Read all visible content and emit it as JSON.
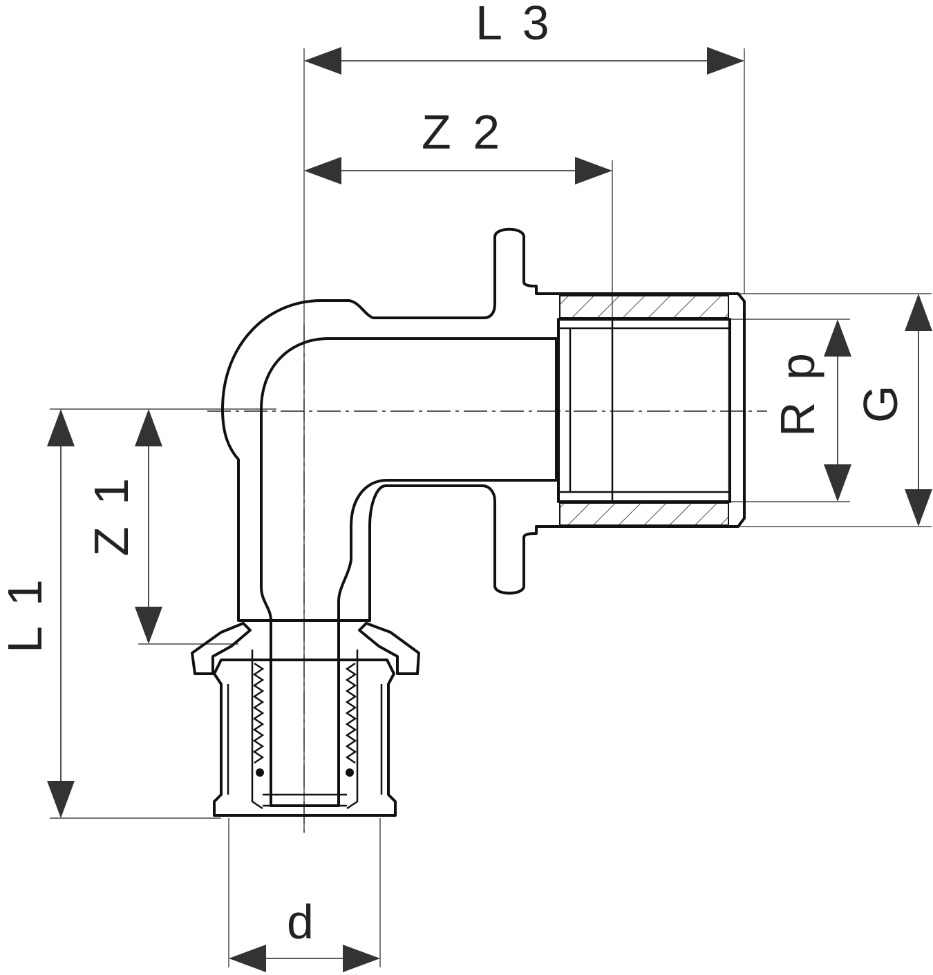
{
  "drawing": {
    "labels": {
      "l3": "L 3",
      "z2": "Z 2",
      "z1": "Z 1",
      "l1": "L 1",
      "rp": "R p",
      "g": "G",
      "d": "d"
    },
    "colors": {
      "line": "#111111",
      "arrow": "#333333",
      "background": "#ffffff"
    }
  }
}
